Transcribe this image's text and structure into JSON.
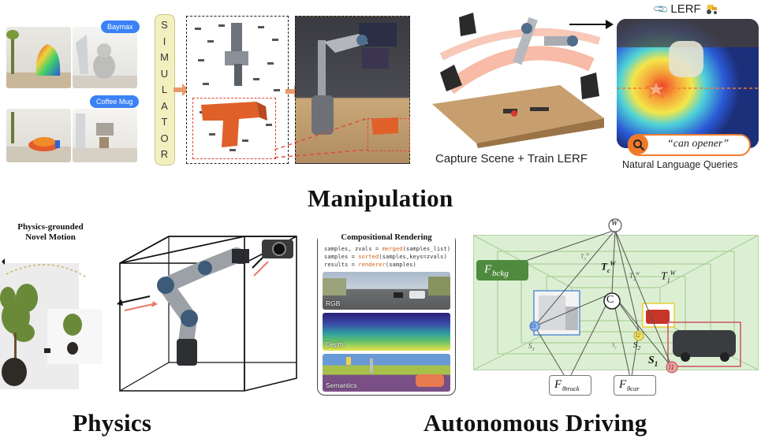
{
  "sections": {
    "manipulation": "Manipulation",
    "physics": "Physics",
    "autonomous_driving": "Autonomous Driving"
  },
  "manip_left": {
    "bubble_1": "Baymax",
    "bubble_2": "Coffee Mug",
    "simulator_letters": [
      "S",
      "I",
      "M",
      "U",
      "L",
      "A",
      "T",
      "O",
      "R"
    ]
  },
  "lerf": {
    "badge": "LERF",
    "badge_icon": "paperclip-icon",
    "tractor_icon": "tractor-icon",
    "capture_caption": "Capture Scene + Train LERF",
    "query_text": "“can opener”",
    "query_caption": "Natural Language Queries",
    "search_icon": "search-icon"
  },
  "physics": {
    "panel_title_line1": "Physics-grounded",
    "panel_title_line2": "Novel Motion"
  },
  "compositional_rendering": {
    "title": "Compositional Rendering",
    "code": {
      "line1_pre": "samples, zvals = ",
      "line1_fn": "merged",
      "line1_post": "(samples_list)",
      "line2_pre": "samples = ",
      "line2_fn": "sorted",
      "line2_post": "(samples,keys=zvals)",
      "line3_pre": "results = ",
      "line3_fn": "renderer",
      "line3_post": "(samples)"
    },
    "strips": [
      "RGB",
      "Depth",
      "Semantics"
    ]
  },
  "driving_graph": {
    "world_node": "W",
    "camera_node": "C",
    "bckg_main": "F",
    "bckg_sub": "bckg",
    "transforms": {
      "t_c_main": "T",
      "t_c_sub": "c",
      "t_c_sup": "W",
      "t1_main": "T",
      "t1_sub": "1",
      "t1_sup": "W",
      "t2_main": "T",
      "t2_sub": "2",
      "t2_sup": "W",
      "t3_main": "T",
      "t3_sub": "3",
      "t3_sup": "W"
    },
    "scales": {
      "s1_main": "S",
      "s1_sub": "1",
      "s2_main": "S",
      "s2_sub": "2",
      "s3_main": "S",
      "s3_sub": "3",
      "sc_main": "S",
      "sc_sub": "c"
    },
    "nodes": [
      "l1",
      "l2",
      "l3"
    ],
    "f_truck_main": "F",
    "f_truck_sub": "θtruck",
    "f_car_main": "F",
    "f_car_sub": "θcar"
  }
}
